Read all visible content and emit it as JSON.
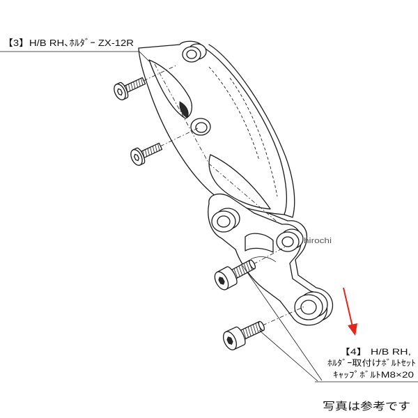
{
  "labels": {
    "part3": "【3】H/B RH､ﾎﾙﾀﾞｰ ZX-12R",
    "part4": {
      "line1": "【4】 H/B RH,",
      "line2": "ﾎﾙﾀﾞｰ取付けﾎﾞﾙﾄｾｯﾄ",
      "line3": "ｷｬｯﾌﾟﾎﾞﾙﾄM8×20"
    }
  },
  "watermark": "hirochi",
  "disclaimer": "写真は参考です",
  "colors": {
    "background": "#ffffff",
    "line": "#1a1a1a",
    "arrow": "#e3261c",
    "watermark": "#555555"
  }
}
